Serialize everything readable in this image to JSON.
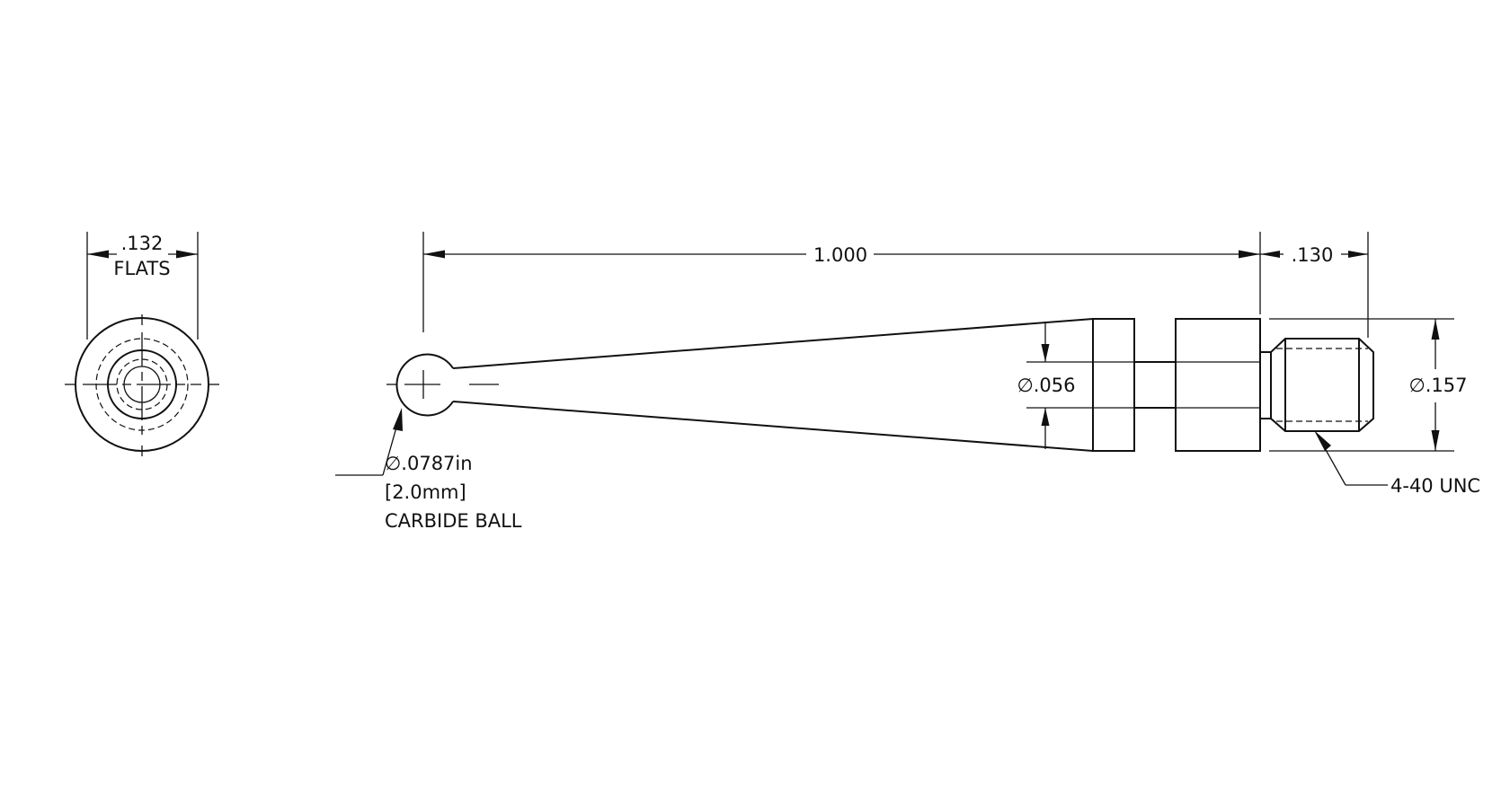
{
  "drawing": {
    "end_view": {
      "flats_value": ".132",
      "flats_label": "FLATS"
    },
    "side_view": {
      "overall_length": "1.000",
      "thread_length": ".130",
      "tip_diameter": "∅.056",
      "body_diameter": "∅.157",
      "ball_diameter_in": "∅.0787in",
      "ball_diameter_mm": "[2.0mm]",
      "ball_label": "CARBIDE BALL",
      "thread_spec": "4-40 UNC"
    }
  }
}
